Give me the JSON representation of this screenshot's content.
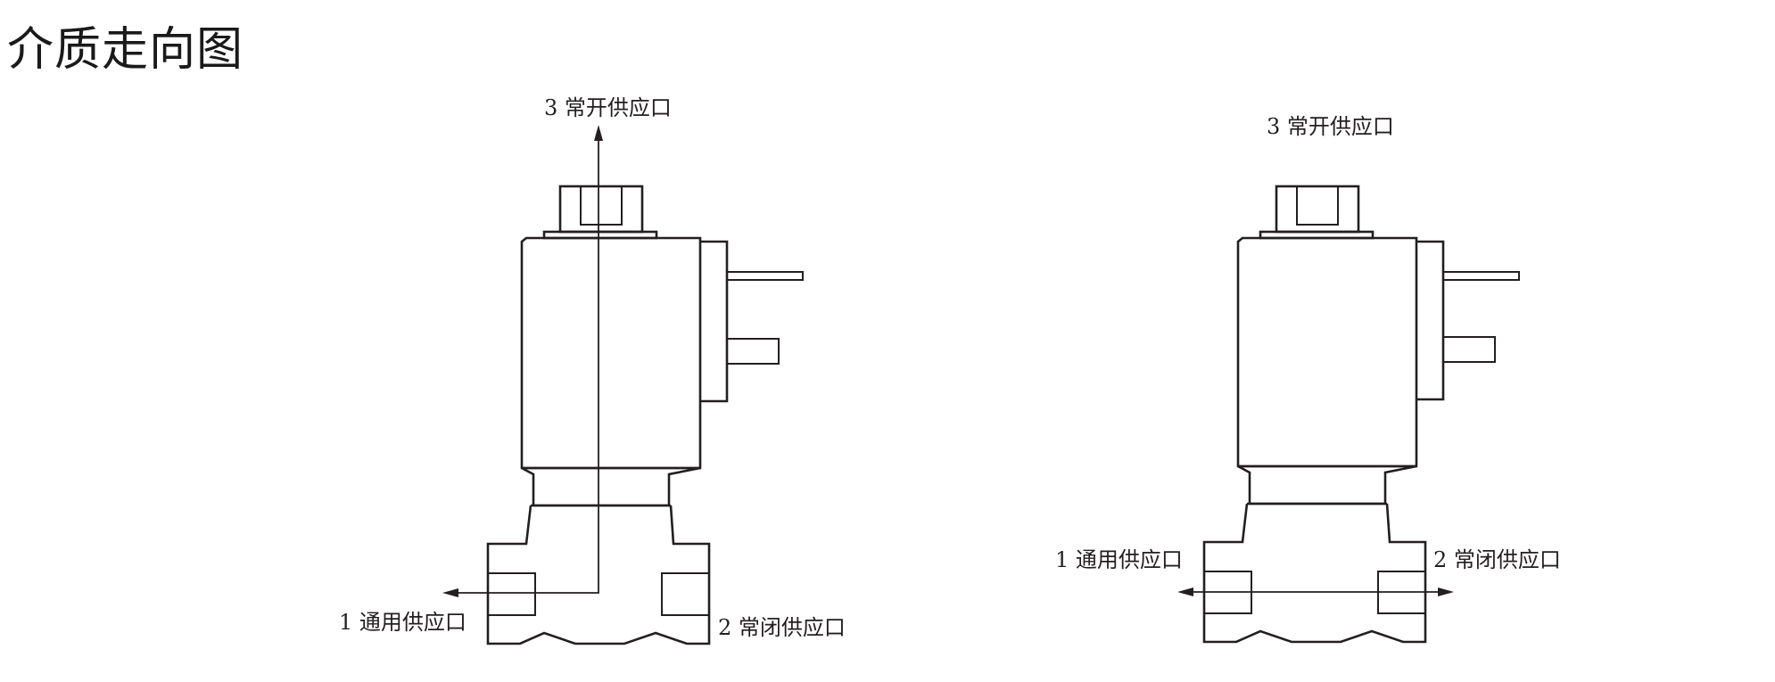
{
  "title": "介质走向图",
  "diagrams": [
    {
      "state": "left",
      "ports": {
        "port_3": "3 常开供应口",
        "port_1": "1 通用供应口",
        "port_2": "2 常闭供应口"
      }
    },
    {
      "state": "right",
      "ports": {
        "port_3": "3 常开供应口",
        "port_1": "1 通用供应口",
        "port_2": "2 常闭供应口"
      }
    }
  ]
}
